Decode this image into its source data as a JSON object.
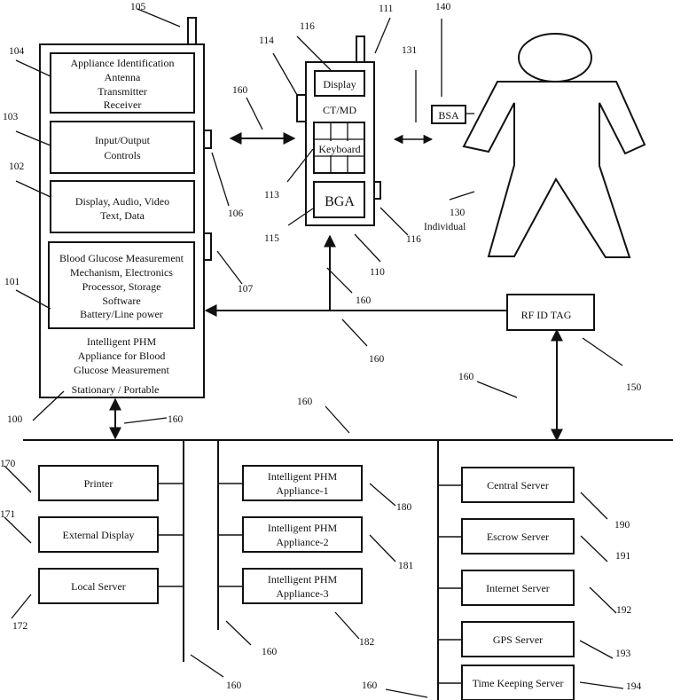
{
  "appliance_100": {
    "ref": "100",
    "caption": [
      "Intelligent PHM",
      "Appliance for Blood",
      "Glucose Measurement"
    ],
    "mode": "Stationary / Portable",
    "antenna_ref": "105",
    "button_refs": [
      "106",
      "107"
    ],
    "modules": [
      {
        "ref": "104",
        "lines": [
          "Appliance Identification",
          "Antenna",
          "Transmitter",
          "Receiver"
        ]
      },
      {
        "ref": "103",
        "lines": [
          "Input/Output",
          "Controls"
        ]
      },
      {
        "ref": "102",
        "lines": [
          "Display, Audio, Video",
          "Text, Data"
        ]
      },
      {
        "ref": "101",
        "lines": [
          "Blood Glucose Measurement",
          "Mechanism, Electronics",
          "Processor, Storage",
          "Software",
          "Battery/Line power"
        ]
      }
    ]
  },
  "device_110": {
    "ref": "110",
    "name": "CT/MD",
    "display_label": "Display",
    "display_ref": "116",
    "keyboard_label": "Keyboard",
    "keyboard_ref": "113",
    "bga_label": "BGA",
    "bga_ref": "115",
    "antenna_ref": "111",
    "side_button_ref": "114",
    "side_button_ref_2": "116"
  },
  "individual": {
    "ref": "130",
    "label": "Individual",
    "link_ref": "131",
    "sensor_label": "BSA",
    "sensor_ref": "140"
  },
  "rfid": {
    "label": "RF ID TAG",
    "ref": "150"
  },
  "network_ref": "160",
  "left_group": [
    {
      "label": "Printer",
      "ref": "170"
    },
    {
      "label": "External Display",
      "ref": "171"
    },
    {
      "label": "Local Server",
      "ref": "172"
    }
  ],
  "middle_group": [
    {
      "lines": [
        "Intelligent PHM",
        "Appliance-1"
      ],
      "ref": "180"
    },
    {
      "lines": [
        "Intelligent PHM",
        "Appliance-2"
      ],
      "ref": "181"
    },
    {
      "lines": [
        "Intelligent PHM",
        "Appliance-3"
      ],
      "ref": "182"
    }
  ],
  "right_group": [
    {
      "label": "Central Server",
      "ref": "190"
    },
    {
      "label": "Escrow Server",
      "ref": "191"
    },
    {
      "label": "Internet  Server",
      "ref": "192"
    },
    {
      "label": "GPS Server",
      "ref": "193"
    },
    {
      "label": "Time Keeping Server",
      "ref": "194"
    }
  ]
}
